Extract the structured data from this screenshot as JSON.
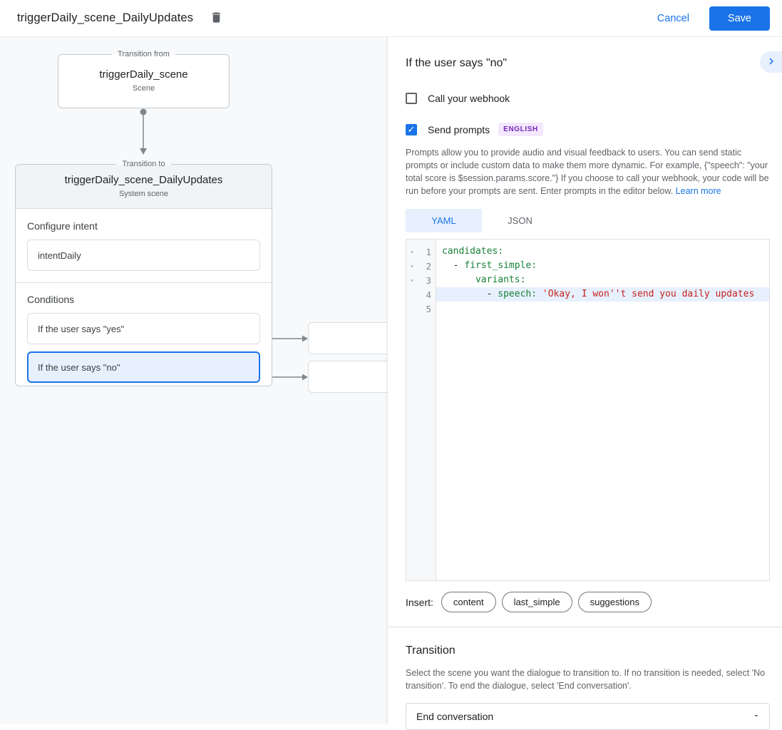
{
  "header": {
    "title": "triggerDaily_scene_DailyUpdates",
    "cancel_label": "Cancel",
    "save_label": "Save"
  },
  "canvas": {
    "from_card": {
      "legend": "Transition from",
      "title": "triggerDaily_scene",
      "subtitle": "Scene"
    },
    "to_card": {
      "legend": "Transition to",
      "title": "triggerDaily_scene_DailyUpdates",
      "subtitle": "System scene",
      "configure_intent_label": "Configure intent",
      "intent_value": "intentDaily",
      "conditions_label": "Conditions",
      "conditions": [
        {
          "label": "If the user says \"yes\""
        },
        {
          "label": "If the user says \"no\""
        }
      ]
    }
  },
  "panel": {
    "title": "If the user says \"no\"",
    "webhook": {
      "label": "Call your webhook",
      "checked": false
    },
    "send_prompts": {
      "label": "Send prompts",
      "checked": true,
      "check_glyph": "✓",
      "badge": "ENGLISH"
    },
    "description": "Prompts allow you to provide audio and visual feedback to users. You can send static prompts or include custom data to make them more dynamic. For example, {\"speech\": \"your total score is $session.params.score.\"} If you choose to call your webhook, your code will be run before your prompts are sent. Enter prompts in the editor below. ",
    "learn_more_label": "Learn more",
    "tabs": [
      {
        "label": "YAML",
        "active": true
      },
      {
        "label": "JSON",
        "active": false
      }
    ],
    "editor": {
      "lines": [
        {
          "number": "1",
          "fold": true,
          "highlight": false,
          "tokens": [
            {
              "t": "key",
              "v": "candidates:"
            }
          ]
        },
        {
          "number": "2",
          "fold": true,
          "highlight": false,
          "tokens": [
            {
              "t": "plain",
              "v": "  - "
            },
            {
              "t": "key",
              "v": "first_simple:"
            }
          ]
        },
        {
          "number": "3",
          "fold": true,
          "highlight": false,
          "tokens": [
            {
              "t": "plain",
              "v": "      "
            },
            {
              "t": "key",
              "v": "variants:"
            }
          ]
        },
        {
          "number": "4",
          "fold": false,
          "highlight": true,
          "tokens": [
            {
              "t": "plain",
              "v": "        - "
            },
            {
              "t": "key",
              "v": "speech:"
            },
            {
              "t": "plain",
              "v": " "
            },
            {
              "t": "string",
              "v": "'Okay, I won''t send you daily updates"
            }
          ]
        },
        {
          "number": "5",
          "fold": false,
          "highlight": false,
          "tokens": []
        }
      ]
    },
    "insert": {
      "label": "Insert:",
      "chips": [
        "content",
        "last_simple",
        "suggestions"
      ]
    },
    "transition": {
      "title": "Transition",
      "description": "Select the scene you want the dialogue to transition to. If no transition is needed, select 'No transition'. To end the dialogue, select 'End conversation'.",
      "selected_value": "End conversation"
    }
  },
  "colors": {
    "accent_blue": "#1a73e8",
    "selected_bg": "#e8f0fe",
    "canvas_bg": "#f8f9fa",
    "badge_bg": "#f3e8fd",
    "badge_text": "#7627bb",
    "code_key": "#188038",
    "code_string": "#c5221f"
  }
}
